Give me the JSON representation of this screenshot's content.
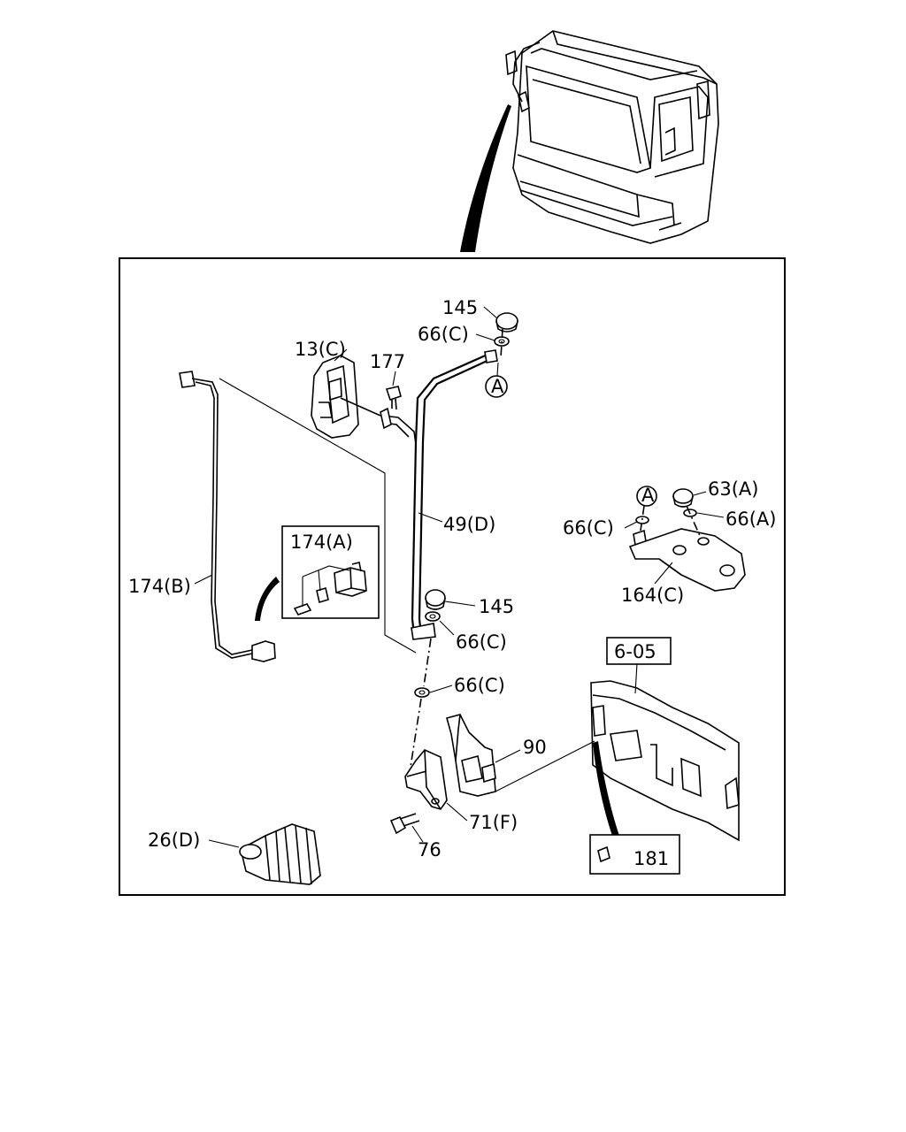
{
  "labels": {
    "p145_top": "145",
    "p66c_top": "66(C)",
    "p13c": "13(C)",
    "p177": "177",
    "callout_a1": "A",
    "callout_a2": "A",
    "p174b": "174(B)",
    "p174a": "174(A)",
    "p49d": "49(D)",
    "p63a": "63(A)",
    "p66a": "66(A)",
    "p66c_right": "66(C)",
    "p164c": "164(C)",
    "p145_mid": "145",
    "p66c_mid": "66(C)",
    "p66c_low": "66(C)",
    "p605": "6-05",
    "p90": "90",
    "p71f": "71(F)",
    "p76": "76",
    "p26d": "26(D)",
    "p181": "181"
  }
}
